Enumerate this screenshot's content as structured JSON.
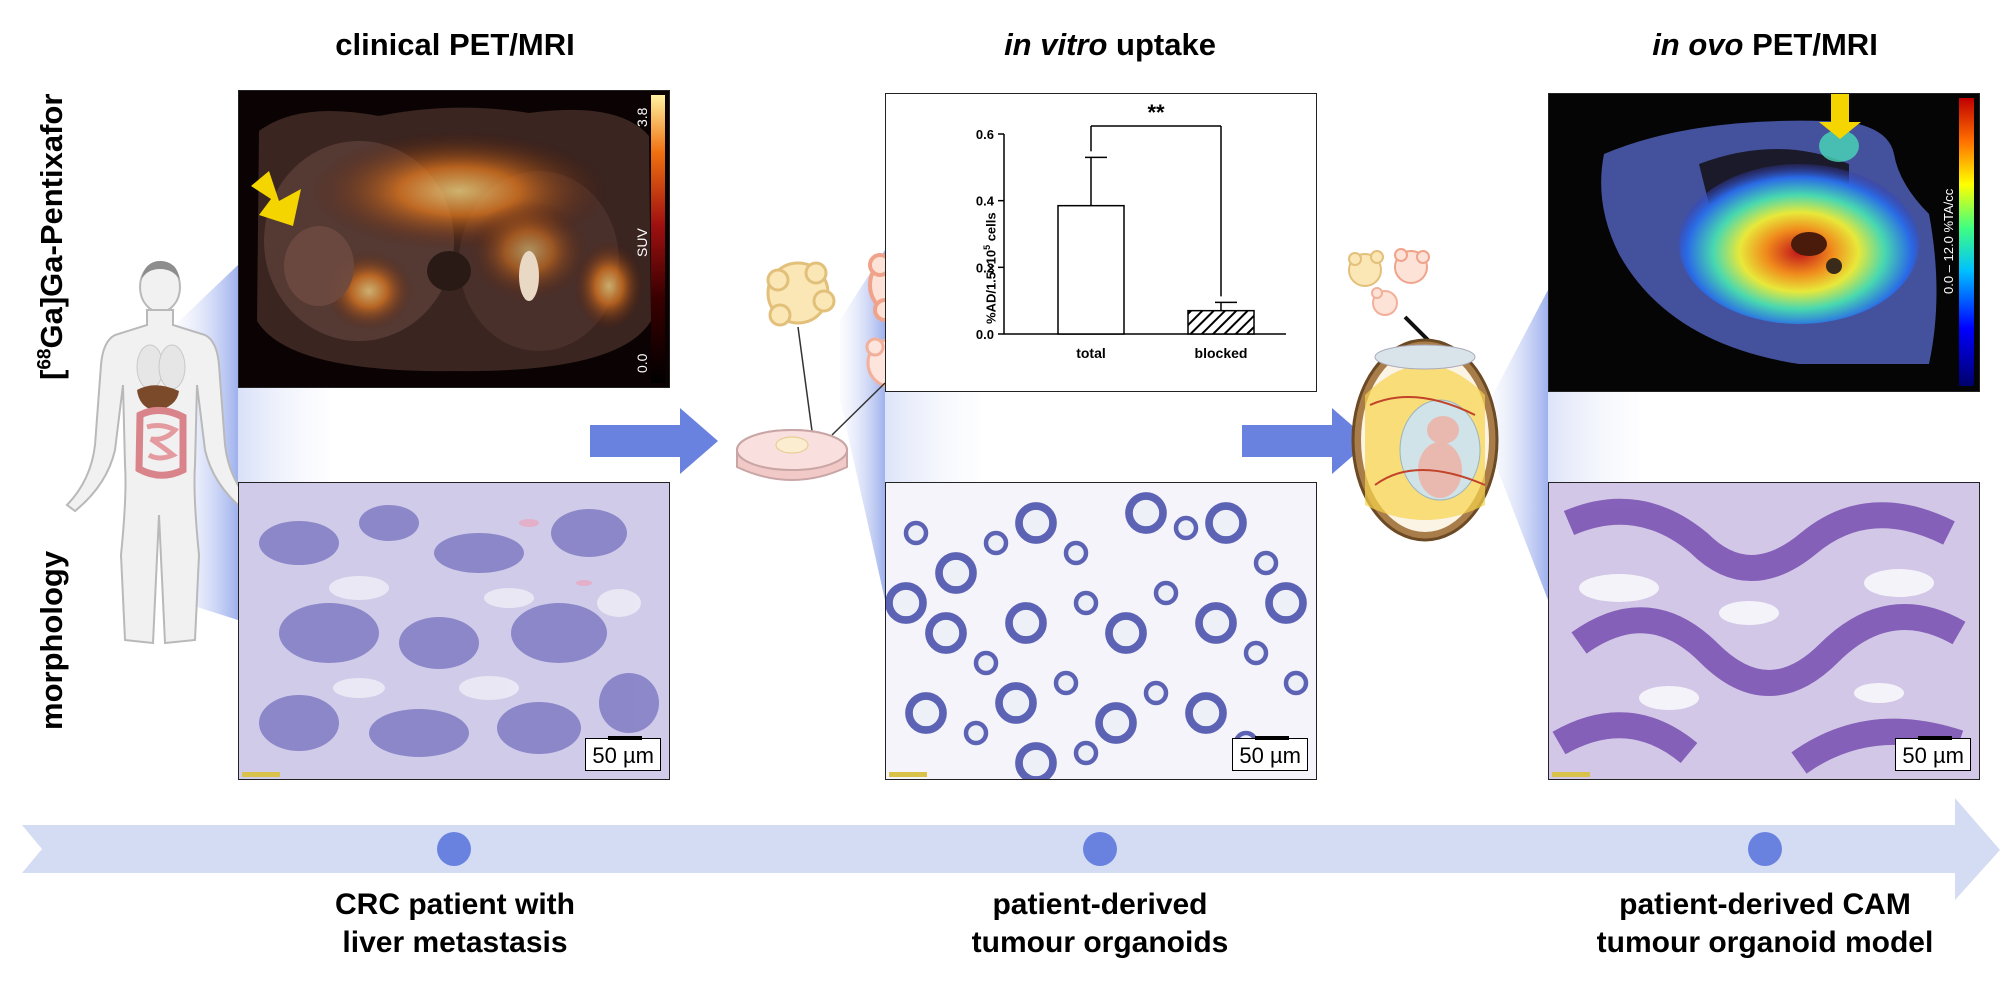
{
  "columns": {
    "clinical": {
      "title": "clinical PET/MRI"
    },
    "invitro": {
      "title_italic": "in vitro",
      "title_rest": " uptake"
    },
    "inovo": {
      "title_italic": "in ovo",
      "title_rest": " PET/MRI"
    }
  },
  "rows": {
    "pet": {
      "label_pre": "[",
      "label_sup": "68",
      "label_post": "Ga]Ga-Pentixafor"
    },
    "morph": {
      "label": "morphology"
    }
  },
  "pet_scale": {
    "max": "3.8",
    "unit": "SUV",
    "min": "0.0"
  },
  "ovo_scale": {
    "label": "0.0 – 12.0 %TA/cc"
  },
  "scalebars": {
    "clinical": "50 µm",
    "invitro": "50 µm",
    "inovo": "50 µm"
  },
  "captions": {
    "clinical": [
      "CRC patient with",
      "liver metastasis"
    ],
    "invitro": [
      "patient-derived",
      "tumour organoids"
    ],
    "inovo": [
      "patient-derived CAM",
      "tumour organoid model"
    ]
  },
  "chart_data": {
    "type": "bar",
    "categories": [
      "total",
      "blocked"
    ],
    "values": [
      0.385,
      0.07
    ],
    "errors": [
      0.145,
      0.025
    ],
    "hatched": [
      false,
      true
    ],
    "ylabel_pre": "%AD/1.5×10",
    "ylabel_sup": "5",
    "ylabel_post": " cells",
    "ylim": [
      0,
      0.6
    ],
    "yticks": [
      "0.0",
      "0.2",
      "0.4",
      "0.6"
    ],
    "significance": "**",
    "grid": false
  },
  "colors": {
    "accent_blue": "#6a82df",
    "timeline": "#d4dcf4",
    "fan": "#c4cff4"
  }
}
